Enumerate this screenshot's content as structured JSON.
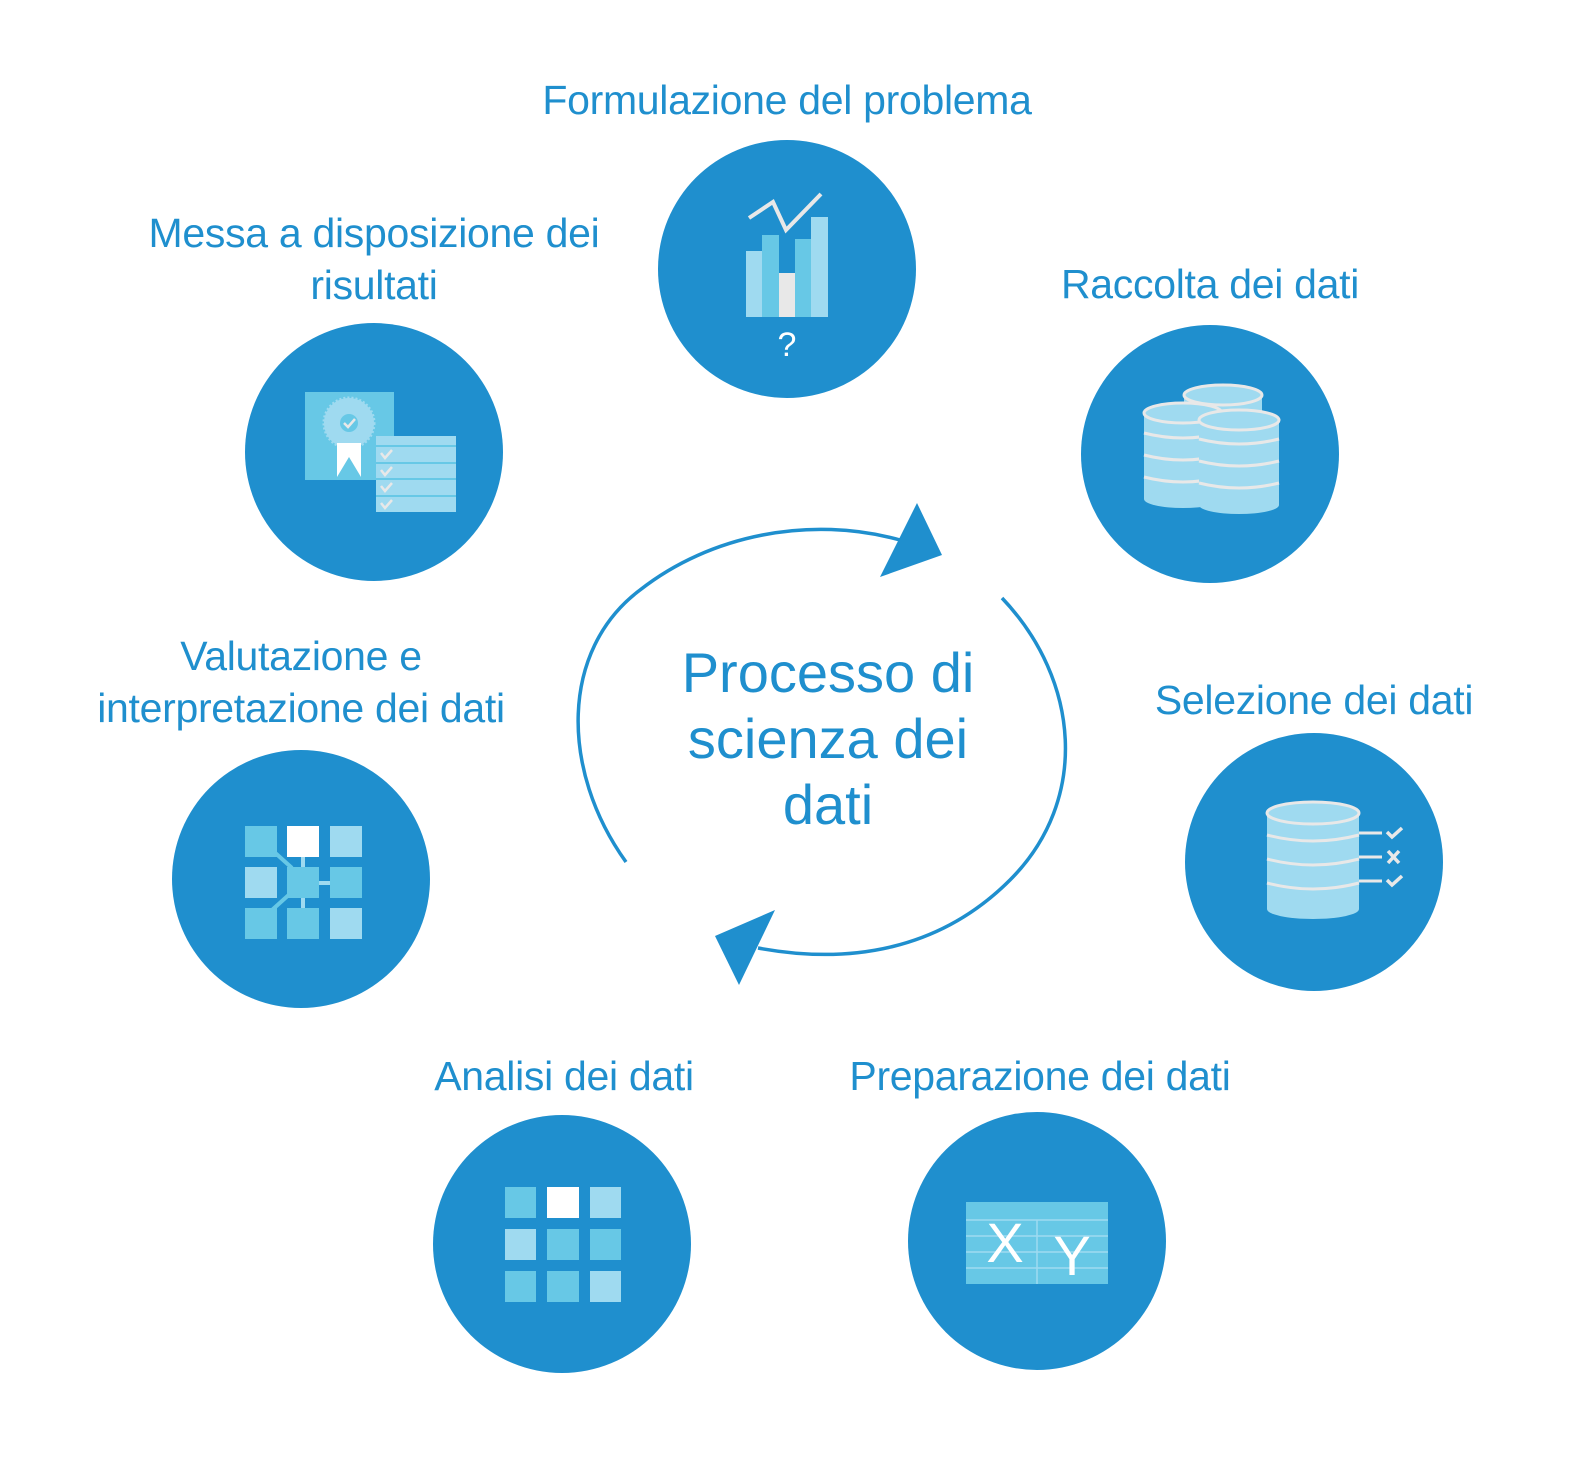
{
  "diagram": {
    "center_title": [
      "Processo di",
      "scienza dei",
      "dati"
    ],
    "colors": {
      "primary": "#1f8fce",
      "icon_light": "#9fdaf0",
      "icon_mid": "#67c8e6",
      "icon_white": "#ffffff",
      "icon_grey": "#e8e8e8"
    },
    "steps": [
      {
        "label": [
          "Formulazione del problema"
        ],
        "icon": "bar-chart-question-icon",
        "glyph": "?"
      },
      {
        "label": [
          "Raccolta dei dati"
        ],
        "icon": "database-stack-icon"
      },
      {
        "label": [
          "Selezione dei dati"
        ],
        "icon": "database-selection-icon"
      },
      {
        "label": [
          "Preparazione dei dati"
        ],
        "icon": "xy-table-icon",
        "glyph_x": "X",
        "glyph_y": "Y"
      },
      {
        "label": [
          "Analisi dei dati"
        ],
        "icon": "grid-analysis-icon"
      },
      {
        "label": [
          "Valutazione e",
          "interpretazione dei dati"
        ],
        "icon": "network-grid-icon"
      },
      {
        "label": [
          "Messa a disposizione dei",
          "risultati"
        ],
        "icon": "certificate-checklist-icon"
      }
    ]
  }
}
